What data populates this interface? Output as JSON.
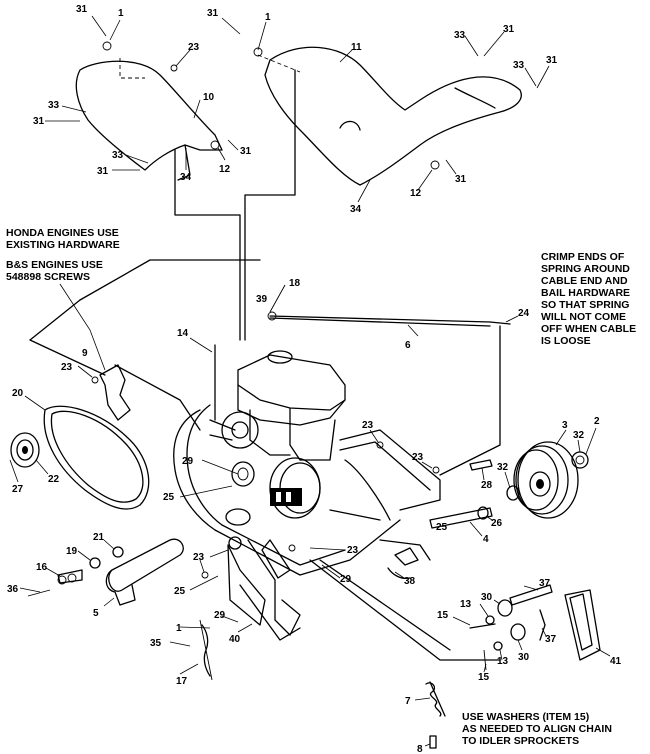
{
  "notes": {
    "honda": [
      "HONDA ENGINES USE",
      "EXISTING HARDWARE"
    ],
    "bs": [
      "B&S ENGINES USE",
      "548898 SCREWS"
    ],
    "crimp": [
      "CRIMP ENDS OF",
      "SPRING AROUND",
      "CABLE END AND",
      "BAIL HARDWARE",
      "SO THAT SPRING",
      "WILL NOT COME",
      "OFF WHEN CABLE",
      "IS LOOSE"
    ],
    "washers": [
      "USE WASHERS (ITEM 15)",
      "AS NEEDED TO ALIGN CHAIN",
      "TO IDLER SPROCKETS"
    ]
  },
  "callouts": {
    "c31a": "31",
    "c1a": "1",
    "c23a": "23",
    "c31b": "31",
    "c1b": "1",
    "c11": "11",
    "c33a": "33",
    "c31c": "31",
    "c33b": "33",
    "c31d": "31",
    "c33c": "33",
    "c31e": "31",
    "c10": "10",
    "c31f": "31",
    "c33d": "33",
    "c31g": "31",
    "c34a": "34",
    "c12a": "12",
    "c12b": "12",
    "c31h": "31",
    "c34b": "34",
    "c18": "18",
    "c39": "39",
    "c24": "24",
    "c6": "6",
    "c14": "14",
    "c9": "9",
    "c23b": "23",
    "c20": "20",
    "c23c": "23",
    "c23d": "23",
    "c3": "3",
    "c2": "2",
    "c32a": "32",
    "c22": "22",
    "c27": "27",
    "c29a": "29",
    "c25a": "25",
    "c28": "28",
    "c32b": "32",
    "c26": "26",
    "c25b": "25",
    "c4": "4",
    "c21": "21",
    "c19": "19",
    "c16": "16",
    "c36": "36",
    "c5": "5",
    "c23e": "23",
    "c23f": "23",
    "c25c": "25",
    "c29b": "29",
    "c38": "38",
    "c37a": "37",
    "c13a": "13",
    "c30a": "30",
    "c15a": "15",
    "c37b": "37",
    "c13b": "13",
    "c30b": "30",
    "c15b": "15",
    "c29c": "29",
    "c1c": "1",
    "c35": "35",
    "c40": "40",
    "c17": "17",
    "c41": "41",
    "c7": "7",
    "c8": "8"
  }
}
